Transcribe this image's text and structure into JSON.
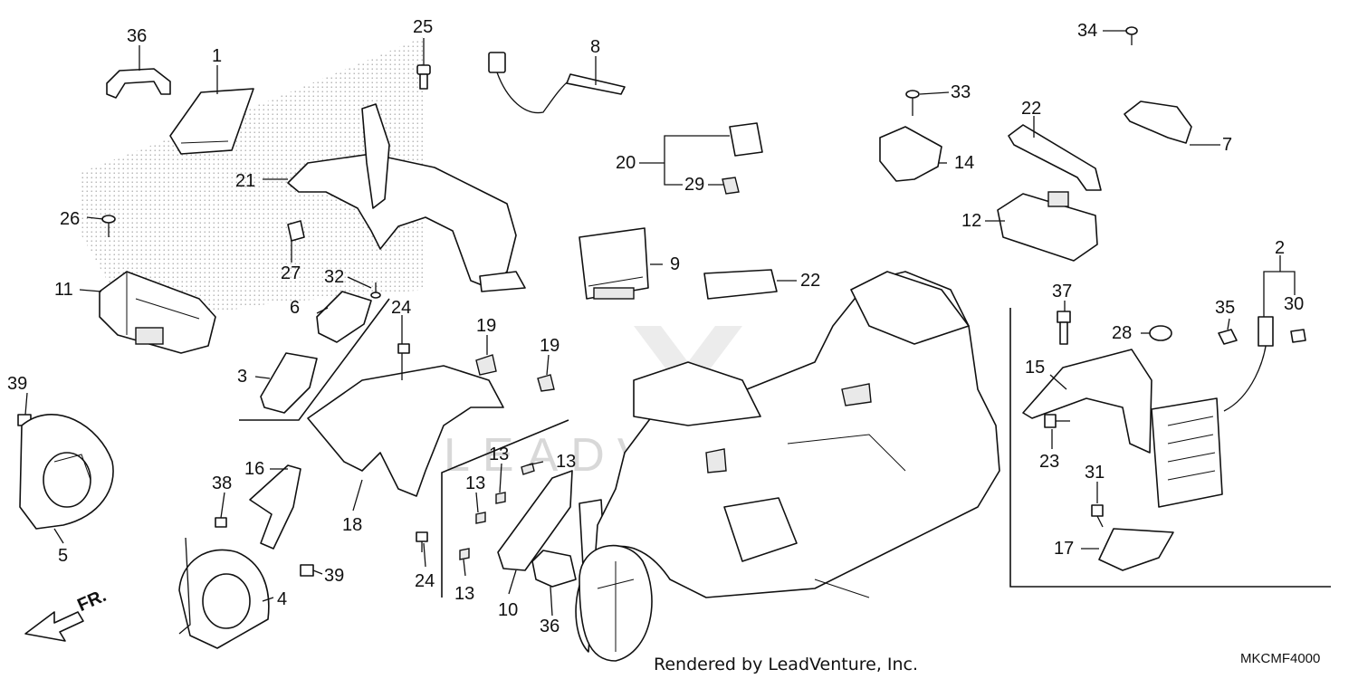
{
  "footer": {
    "rendered_by": "Rendered by LeadVenture, Inc.",
    "diagram_code": "MKCMF4000",
    "direction_label": "FR."
  },
  "watermark": {
    "text": "LEADVENTURE"
  },
  "callouts": {
    "c1": "1",
    "c2": "2",
    "c3": "3",
    "c4": "4",
    "c5": "5",
    "c6": "6",
    "c7": "7",
    "c8": "8",
    "c9": "9",
    "c10": "10",
    "c11": "11",
    "c12": "12",
    "c13a": "13",
    "c13b": "13",
    "c13c": "13",
    "c13d": "13",
    "c14": "14",
    "c15": "15",
    "c16": "16",
    "c17": "17",
    "c18": "18",
    "c19a": "19",
    "c19b": "19",
    "c20": "20",
    "c21": "21",
    "c22a": "22",
    "c22b": "22",
    "c23": "23",
    "c24a": "24",
    "c24b": "24",
    "c25": "25",
    "c26": "26",
    "c27": "27",
    "c28": "28",
    "c29": "29",
    "c30": "30",
    "c31": "31",
    "c32": "32",
    "c33": "33",
    "c34": "34",
    "c35": "35",
    "c36a": "36",
    "c36b": "36",
    "c37": "37",
    "c38": "38",
    "c39a": "39",
    "c39b": "39"
  }
}
